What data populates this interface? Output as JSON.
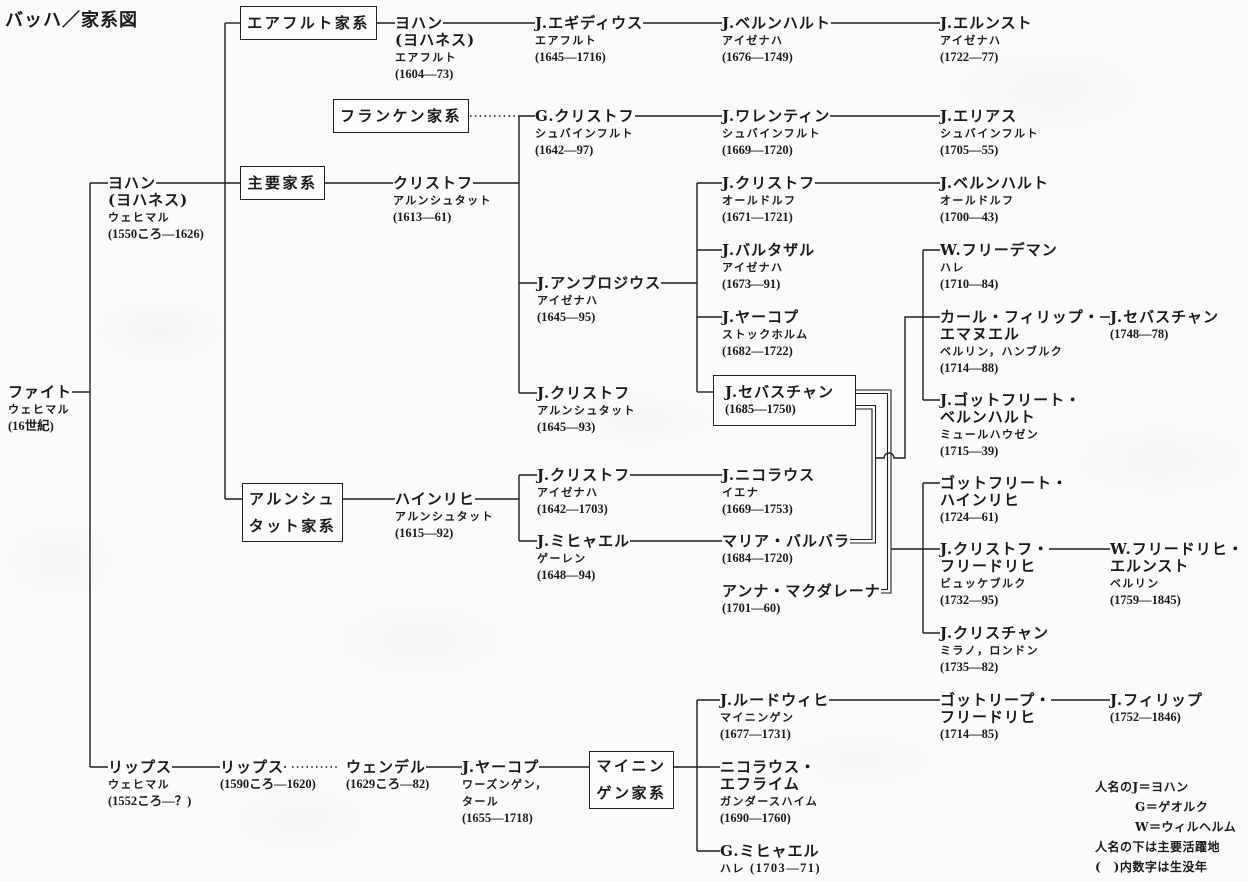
{
  "title": "バッハ／家系図",
  "branches": {
    "erfurt": [
      "エアフルト家系"
    ],
    "franken": [
      "フランケン家系"
    ],
    "main": [
      "主要家系"
    ],
    "arnstadt": [
      "アルンシュ",
      "タット家系"
    ],
    "meiningen": [
      "マイニン",
      "ゲン家系"
    ]
  },
  "people": {
    "veit": {
      "name": [
        "ファイト"
      ],
      "place": "ウェヒマル",
      "dates": "(16世紀)"
    },
    "johannes_wechmar": {
      "name": [
        "ヨハン",
        "(ヨハネス)"
      ],
      "place": "ウェヒマル",
      "dates": "(1550ころ—1626)"
    },
    "johannes_erfurt": {
      "name": [
        "ヨハン",
        "(ヨハネス)"
      ],
      "place": "エアフルト",
      "dates": "(1604—73)"
    },
    "j_aegidius": {
      "name": [
        "J.エギディウス"
      ],
      "place": "エアフルト",
      "dates": "(1645—1716)"
    },
    "j_bernhard_eisenach": {
      "name": [
        "J.ベルンハルト"
      ],
      "place": "アイゼナハ",
      "dates": "(1676—1749)"
    },
    "j_ernst": {
      "name": [
        "J.エルンスト"
      ],
      "place": "アイゼナハ",
      "dates": "(1722—77)"
    },
    "g_christoph": {
      "name": [
        "G.クリストフ"
      ],
      "place": "シュバインフルト",
      "dates": "(1642—97)"
    },
    "j_valentin": {
      "name": [
        "J.ワレンティン"
      ],
      "place": "シュバインフルト",
      "dates": "(1669—1720)"
    },
    "j_elias": {
      "name": [
        "J.エリアス"
      ],
      "place": "シュバインフルト",
      "dates": "(1705—55)"
    },
    "christoph": {
      "name": [
        "クリストフ"
      ],
      "place": "アルンシュタット",
      "dates": "(1613—61)"
    },
    "j_christoph_ohrdruf": {
      "name": [
        "J.クリストフ"
      ],
      "place": "オールドルフ",
      "dates": "(1671—1721)"
    },
    "j_bernhard_ohrdruf": {
      "name": [
        "J.ベルンハルト"
      ],
      "place": "オールドルフ",
      "dates": "(1700—43)"
    },
    "j_balthasar": {
      "name": [
        "J.バルタザル"
      ],
      "place": "アイゼナハ",
      "dates": "(1673—91)"
    },
    "j_ambrosius": {
      "name": [
        "J.アンブロジウス"
      ],
      "place": "アイゼナハ",
      "dates": "(1645—95)"
    },
    "j_jacob_stockholm": {
      "name": [
        "J.ヤーコプ"
      ],
      "place": "ストックホルム",
      "dates": "(1682—1722)"
    },
    "j_sebastian": {
      "name": [
        "J.セバスチャン"
      ],
      "dates": "(1685—1750)"
    },
    "j_christoph_arnstadt": {
      "name": [
        "J.クリストフ"
      ],
      "place": "アルンシュタット",
      "dates": "(1645—93)"
    },
    "w_friedemann": {
      "name": [
        "W.フリーデマン"
      ],
      "place": "ハレ",
      "dates": "(1710—84)"
    },
    "cpe": {
      "name": [
        "カール・フィリップ・",
        "エマヌエル"
      ],
      "place": "ベルリン，ハンブルク",
      "dates": "(1714—88)"
    },
    "j_sebastian_jr": {
      "name": [
        "J.セバスチャン"
      ],
      "dates": "(1748—78)"
    },
    "j_gottfried_bernhard": {
      "name": [
        "J.ゴットフリート・",
        "ベルンハルト"
      ],
      "place": "ミュールハウゼン",
      "dates": "(1715—39)"
    },
    "heinrich": {
      "name": [
        "ハインリヒ"
      ],
      "place": "アルンシュタット",
      "dates": "(1615—92)"
    },
    "j_christoph_eisenach": {
      "name": [
        "J.クリストフ"
      ],
      "place": "アイゼナハ",
      "dates": "(1642—1703)"
    },
    "j_nikolaus": {
      "name": [
        "J.ニコラウス"
      ],
      "place": "イエナ",
      "dates": "(1669—1753)"
    },
    "j_michael": {
      "name": [
        "J.ミヒャエル"
      ],
      "place": "ゲーレン",
      "dates": "(1648—94)"
    },
    "maria_barbara": {
      "name": [
        "マリア・バルバラ"
      ],
      "dates": "(1684—1720)"
    },
    "anna_magdalena": {
      "name": [
        "アンナ・マクダレーナ"
      ],
      "dates": "(1701—60)"
    },
    "gottfried_heinrich": {
      "name": [
        "ゴットフリート・",
        "ハインリヒ"
      ],
      "dates": "(1724—61)"
    },
    "j_christoph_friedrich": {
      "name": [
        "J.クリストフ・",
        "フリードリヒ"
      ],
      "place": "ビュッケブルク",
      "dates": "(1732—95)"
    },
    "w_friedrich_ernst": {
      "name": [
        "W.フリードリヒ・",
        "エルンスト"
      ],
      "place": "ベルリン",
      "dates": "(1759—1845)"
    },
    "j_christian": {
      "name": [
        "J.クリスチャン"
      ],
      "place": "ミラノ，ロンドン",
      "dates": "(1735—82)"
    },
    "j_ludwig": {
      "name": [
        "J.ルードウィヒ"
      ],
      "place": "マイニンゲン",
      "dates": "(1677—1731)"
    },
    "gottlieb_friedrich": {
      "name": [
        "ゴットリープ・",
        "フリードリヒ"
      ],
      "dates": "(1714—85)"
    },
    "j_philipp": {
      "name": [
        "J.フィリップ"
      ],
      "dates": "(1752—1846)"
    },
    "nikolaus_ephraim": {
      "name": [
        "ニコラウス・",
        "エフライム"
      ],
      "place": "ガンダースハイム",
      "dates": "(1690—1760)"
    },
    "g_michael": {
      "name": [
        "G.ミヒャエル"
      ],
      "place": "ハレ",
      "dates": "(1703—71)"
    },
    "lips_wechmar": {
      "name": [
        "リップス"
      ],
      "place": "ウェヒマル",
      "dates": "(1552ころ—？)"
    },
    "lips": {
      "name": [
        "リップス"
      ],
      "dates": "(1590ころ—1620)"
    },
    "wendel": {
      "name": [
        "ウェンデル"
      ],
      "dates": "(1629ころ—82)"
    },
    "j_jacob_wasungen": {
      "name": [
        "J.ヤーコプ"
      ],
      "place": [
        "ワーズンゲン，",
        "タール"
      ],
      "dates": "(1655—1718)"
    }
  },
  "legend": [
    "人名のJ＝ヨハン",
    "G＝ゲオルク",
    "W＝ウィルヘルム",
    "人名の下は主要活躍地",
    "(　)内数字は生没年"
  ]
}
